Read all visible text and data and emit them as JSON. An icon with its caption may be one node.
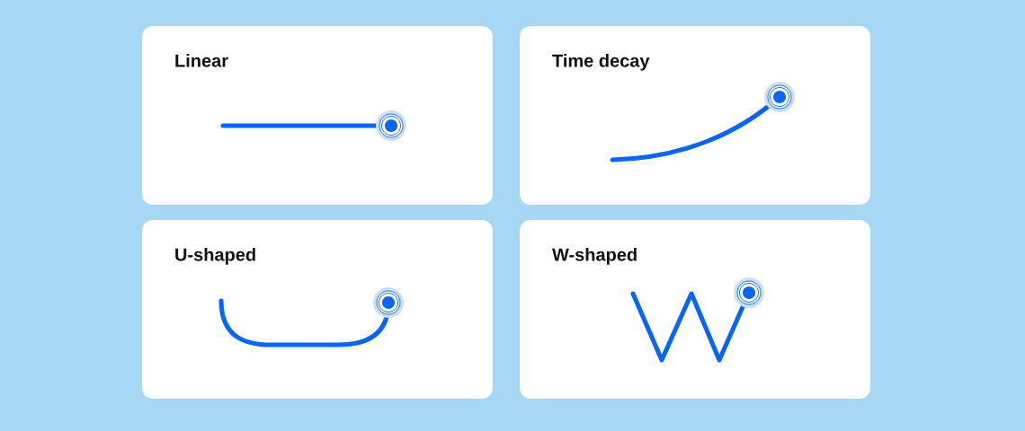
{
  "diagram": {
    "nodes": [
      {
        "text": [
          "Linear"
        ]
      },
      {
        "text": [
          "Time decay"
        ]
      },
      {
        "text": [
          "U-shaped"
        ]
      },
      {
        "text": [
          "W-shaped"
        ]
      }
    ]
  }
}
